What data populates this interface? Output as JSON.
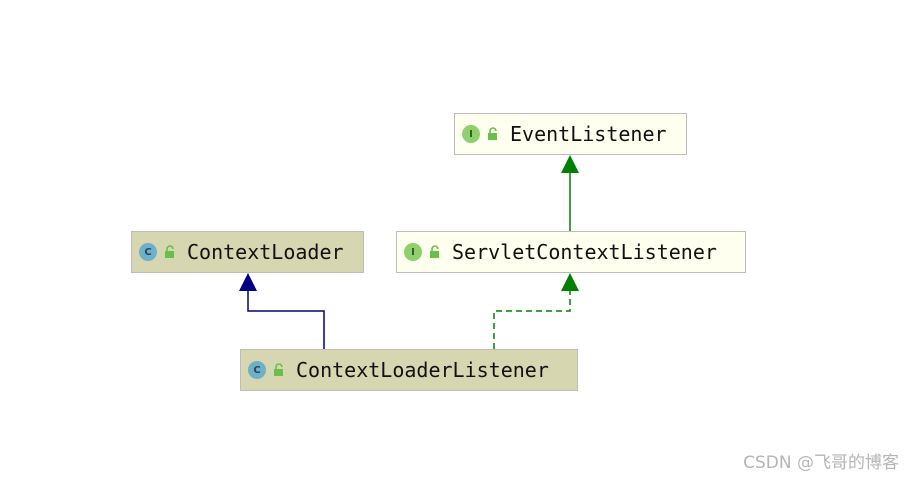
{
  "diagram": {
    "nodes": [
      {
        "id": "contextloader",
        "label": "ContextLoader",
        "kind": "class",
        "badge": "C",
        "icon": "unlocked-lock-icon"
      },
      {
        "id": "eventlistener",
        "label": "EventListener",
        "kind": "interface",
        "badge": "I",
        "icon": "unlocked-lock-icon"
      },
      {
        "id": "servletctx",
        "label": "ServletContextListener",
        "kind": "interface",
        "badge": "I",
        "icon": "unlocked-lock-icon"
      },
      {
        "id": "ctxlistener",
        "label": "ContextLoaderListener",
        "kind": "class",
        "badge": "C",
        "icon": "unlocked-lock-icon"
      }
    ],
    "edges": [
      {
        "from": "servletctx",
        "to": "eventlistener",
        "relation": "extends",
        "style": "solid",
        "color": "#008000"
      },
      {
        "from": "ctxlistener",
        "to": "contextloader",
        "relation": "extends",
        "style": "solid",
        "color": "#000080"
      },
      {
        "from": "ctxlistener",
        "to": "servletctx",
        "relation": "implements",
        "style": "dashed",
        "color": "#008000"
      }
    ],
    "colors": {
      "class_fill": "#d6d6b0",
      "interface_fill": "#fffff0",
      "class_badge": "#6fb0c9",
      "interface_badge": "#8fcf6e",
      "lock": "#6abf4b"
    }
  },
  "watermark": "CSDN @飞哥的博客"
}
